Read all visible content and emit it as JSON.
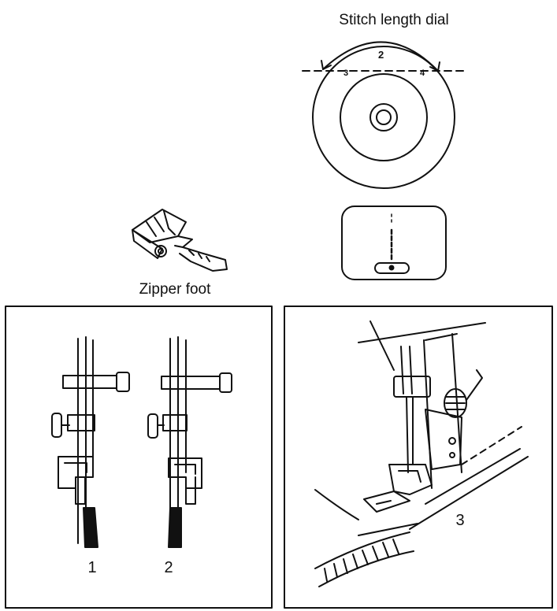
{
  "dial": {
    "title": "Stitch length dial",
    "numbers": [
      "3",
      "2",
      "4"
    ]
  },
  "zipper_foot": {
    "label": "Zipper foot"
  },
  "panel_left": {
    "labels": [
      "1",
      "2"
    ]
  },
  "panel_right": {
    "label": "3"
  }
}
